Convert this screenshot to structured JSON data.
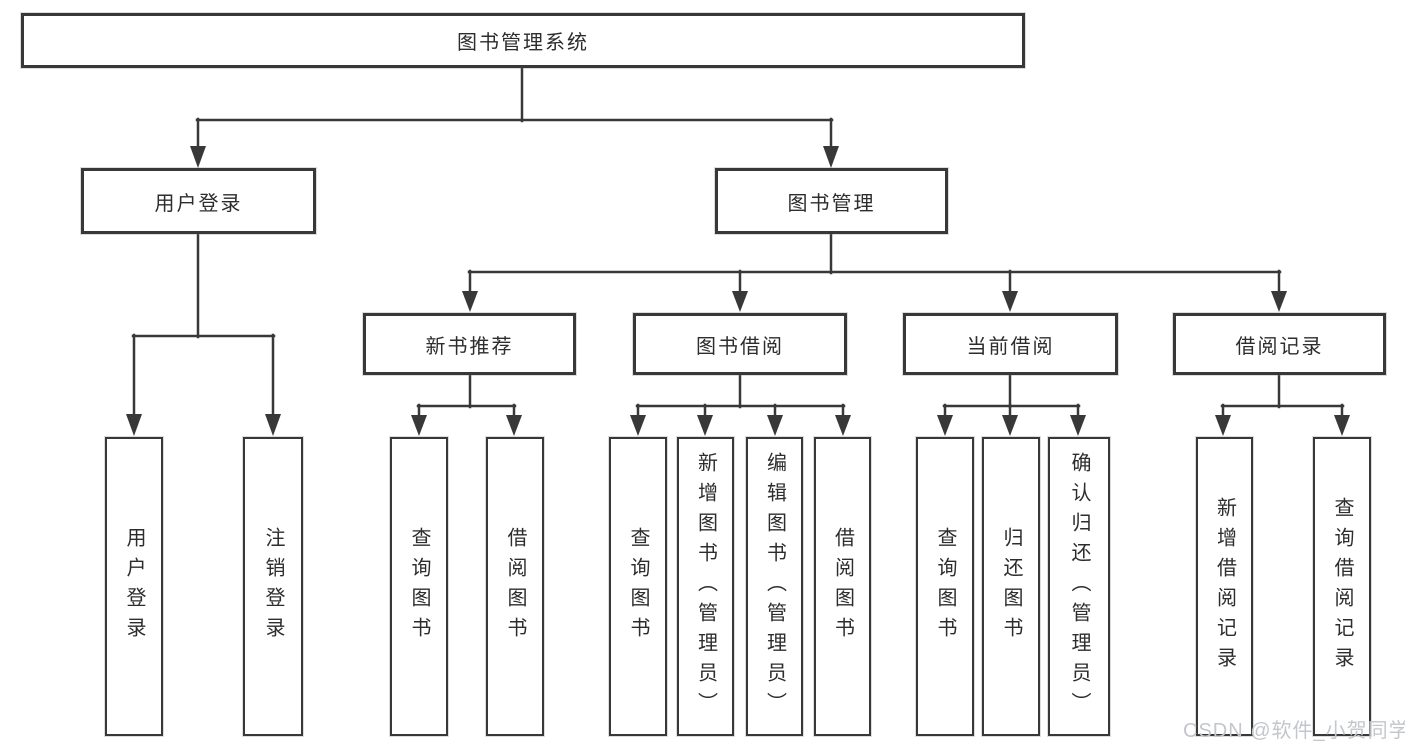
{
  "diagram": {
    "root": {
      "label": "图书管理系统"
    },
    "level2": [
      {
        "label": "用户登录"
      },
      {
        "label": "图书管理"
      }
    ],
    "level3": [
      {
        "label": "新书推荐"
      },
      {
        "label": "图书借阅"
      },
      {
        "label": "当前借阅"
      },
      {
        "label": "借阅记录"
      }
    ],
    "leaves": [
      {
        "label": "用户登录"
      },
      {
        "label": "注销登录"
      },
      {
        "label": "查询图书"
      },
      {
        "label": "借阅图书"
      },
      {
        "label": "查询图书"
      },
      {
        "label": "新增图书（管理员）"
      },
      {
        "label": "编辑图书（管理员）"
      },
      {
        "label": "借阅图书"
      },
      {
        "label": "查询图书"
      },
      {
        "label": "归还图书"
      },
      {
        "label": "确认归还（管理员）"
      },
      {
        "label": "新增借阅记录"
      },
      {
        "label": "查询借阅记录"
      }
    ]
  },
  "watermark": {
    "text": "CSDN @软件_小贺同学"
  },
  "colors": {
    "line": "#383838",
    "text": "#2d2d2d",
    "background": "#ffffff",
    "watermark": "#c3c6cc"
  }
}
